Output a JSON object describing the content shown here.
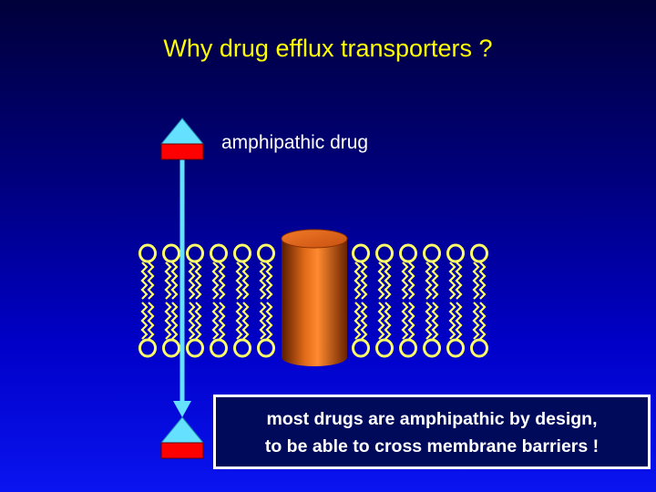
{
  "slide": {
    "title": "Why drug efflux transporters ?",
    "drug_label": "amphipathic drug",
    "note_line1": "most drugs are amphipathic by design,",
    "note_line2": "to be able to cross membrane barriers !"
  },
  "colors": {
    "title": "#ffff00",
    "lipid": "#ffff66",
    "arrow": "#66e0ff",
    "drug_top": "#66e0ff",
    "drug_bottom": "#ff0000",
    "transporter": "#e07020"
  },
  "icons": [
    "amphipathic-drug-icon",
    "transporter-cylinder-icon",
    "lipid-bilayer-icon"
  ]
}
